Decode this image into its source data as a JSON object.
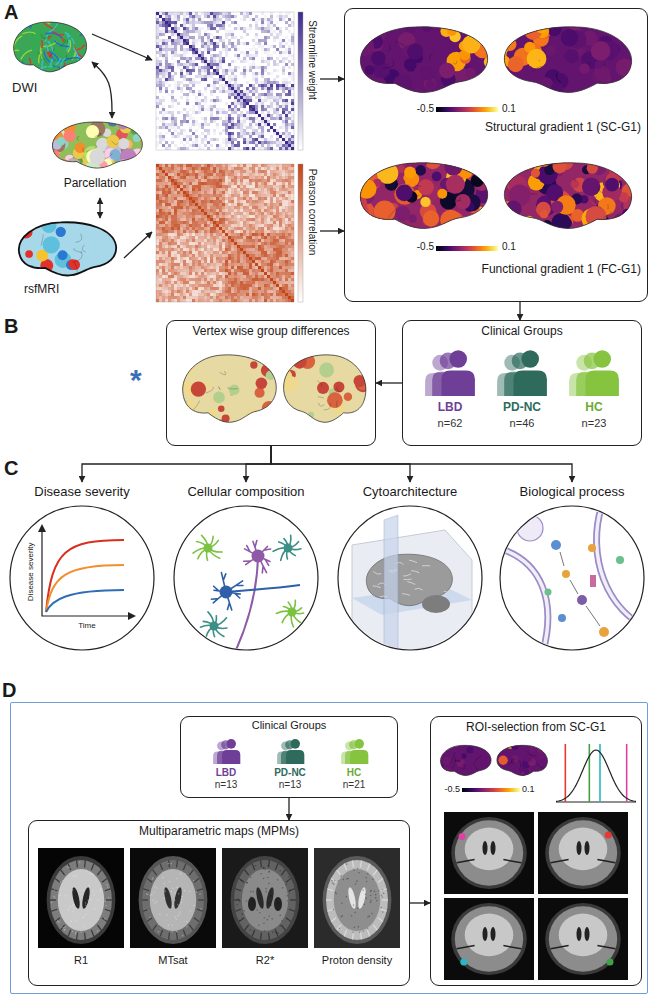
{
  "diagram": {
    "nodes": [
      {
        "text": [
          "DWI"
        ]
      },
      {
        "text": [
          "Parcellation"
        ]
      },
      {
        "text": [
          "rsfMRI"
        ]
      },
      {
        "text": [
          "Streamline weight"
        ]
      },
      {
        "text": [
          "Pearson correlation"
        ]
      },
      {
        "text": [
          "Structural gradient 1 (SC-G1)",
          "Functional gradient 1 (FC-G1)"
        ]
      },
      {
        "text": [
          "Vertex wise group differences"
        ]
      },
      {
        "text": [
          "Clinical Groups"
        ]
      },
      {
        "text": [
          "LBD",
          "n=62"
        ],
        "in": 7
      },
      {
        "text": [
          "PD-NC",
          "n=46"
        ],
        "in": 7
      },
      {
        "text": [
          "HC",
          "n=23"
        ],
        "in": 7
      },
      {
        "text": [
          "Disease severity"
        ]
      },
      {
        "text": [
          "Cellular composition"
        ]
      },
      {
        "text": [
          "Cytoarchitecture"
        ]
      },
      {
        "text": [
          "Biological process"
        ]
      },
      {
        "text": [
          "D"
        ]
      },
      {
        "text": [
          "Clinical Groups"
        ],
        "in": 15
      },
      {
        "text": [
          "LBD",
          "n=13"
        ],
        "in": 16
      },
      {
        "text": [
          "PD-NC",
          "n=13"
        ],
        "in": 16
      },
      {
        "text": [
          "HC",
          "n=21"
        ],
        "in": 16
      },
      {
        "text": [
          "Multiparametric maps (MPMs)"
        ],
        "in": 15
      },
      {
        "text": [
          "ROI-selection from SC-G1"
        ],
        "in": 15
      }
    ],
    "edges": [
      {
        "from": 0,
        "to": 1,
        "arrow": "both"
      },
      {
        "from": 2,
        "to": 1,
        "arrow": "both"
      },
      {
        "from": 0,
        "to": 3,
        "arrow": "to"
      },
      {
        "from": 2,
        "to": 4,
        "arrow": "to"
      },
      {
        "from": 3,
        "to": 5,
        "arrow": "to"
      },
      {
        "from": 4,
        "to": 5,
        "arrow": "to"
      },
      {
        "from": 5,
        "to": 7,
        "arrow": "to"
      },
      {
        "from": 7,
        "to": 6,
        "arrow": "to"
      },
      {
        "from": 6,
        "to": 11,
        "arrow": "to"
      },
      {
        "from": 6,
        "to": 12,
        "arrow": "to"
      },
      {
        "from": 6,
        "to": 13,
        "arrow": "to"
      },
      {
        "from": 6,
        "to": 14,
        "arrow": "to"
      },
      {
        "from": 16,
        "to": 20,
        "arrow": "to"
      },
      {
        "from": 20,
        "to": 21,
        "arrow": "to"
      }
    ],
    "labels": [
      "A",
      "-0.5",
      "0.1",
      "-0.5",
      "0.1",
      "B",
      "*",
      "C",
      "Disease severity",
      "Time",
      "R1",
      "MTsat",
      "R2*",
      "Proton density",
      "-0.5",
      "0.1"
    ]
  }
}
